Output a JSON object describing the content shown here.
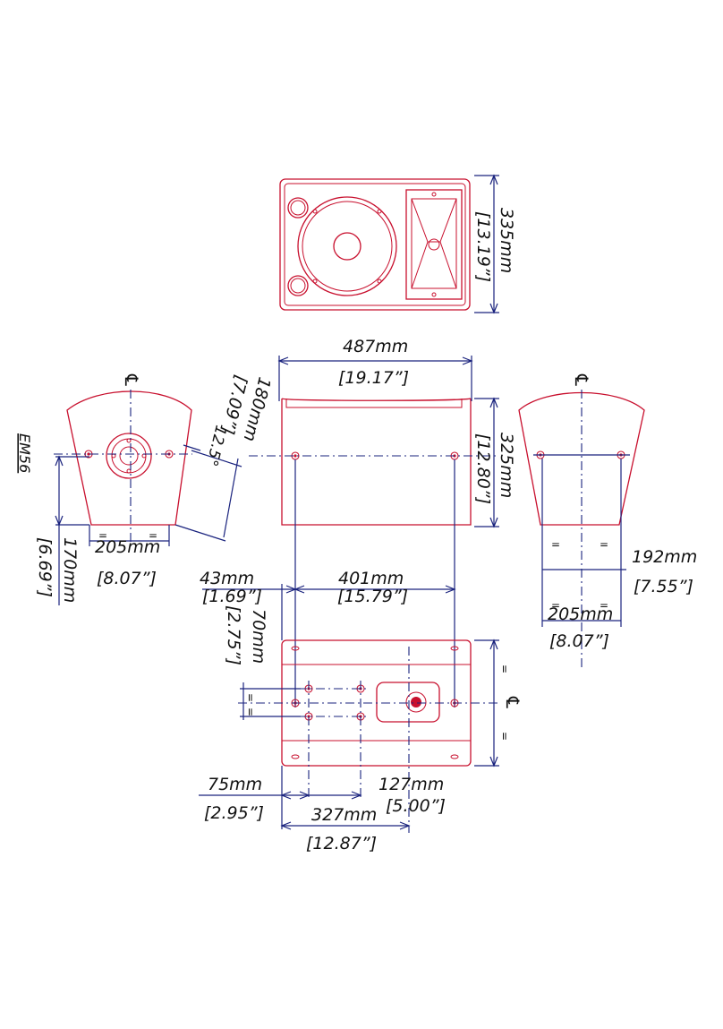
{
  "model": "EM56",
  "centerline_symbol": "℄",
  "equal_mark": "=",
  "dimensions": {
    "height_mm": "335mm",
    "height_in": "[13.19”]",
    "width_mm": "487mm",
    "width_in": "[19.17”]",
    "depth_mm": "325mm",
    "depth_in": "[12.80”]",
    "diag_mm": "180mm",
    "diag_in": "[7.09”]",
    "angle": "12.5°",
    "side_width_mm": "205mm",
    "side_width_in": "[8.07”]",
    "side_height_mm": "170mm",
    "side_height_in": "[6.69”]",
    "right_width_mm": "192mm",
    "right_width_in": "[7.55”]",
    "right_base_mm": "205mm",
    "right_base_in": "[8.07”]",
    "offset_mm": "43mm",
    "offset_in": "[1.69”]",
    "span_mm": "401mm",
    "span_in": "[15.79”]",
    "row_mm": "70mm",
    "row_in": "[2.75”]",
    "hole_mm": "75mm",
    "hole_in": "[2.95”]",
    "center_mm": "127mm",
    "center_in": "[5.00”]",
    "total_mm": "327mm",
    "total_in": "[12.87”]"
  }
}
